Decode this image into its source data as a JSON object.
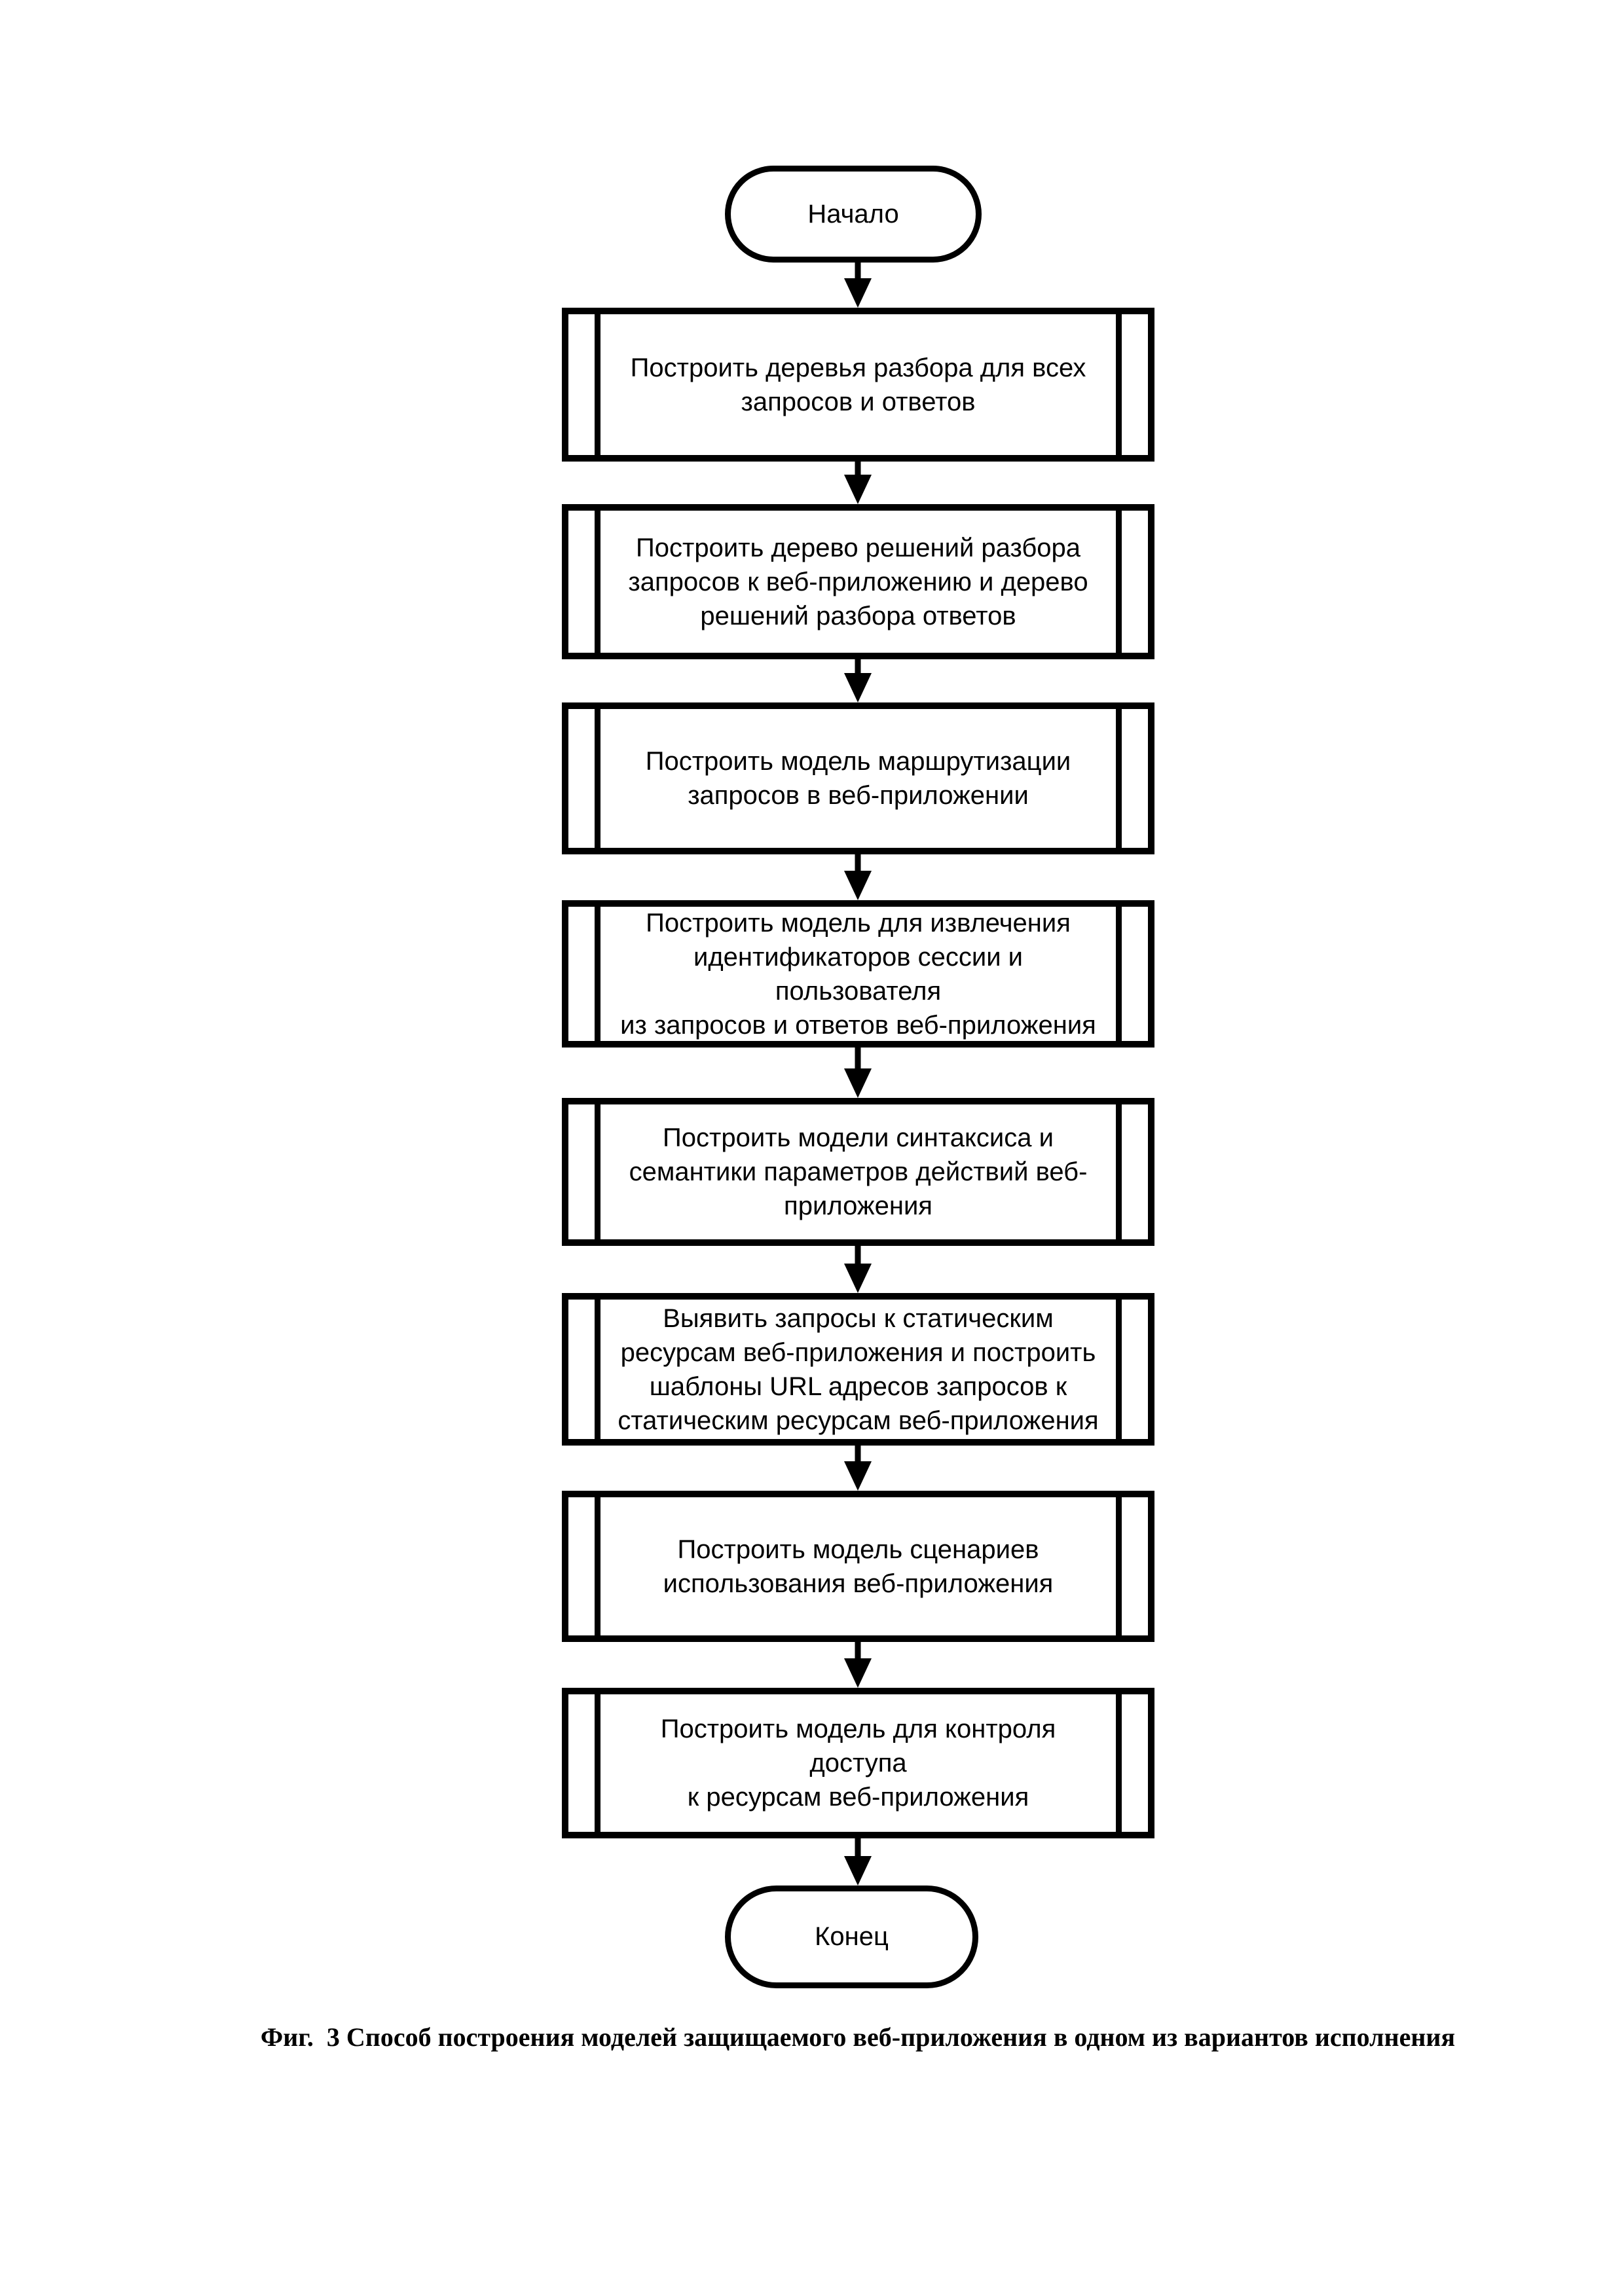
{
  "flowchart": {
    "start_label": "Начало",
    "end_label": "Конец",
    "steps": [
      {
        "label": "Построить деревья разбора для всех\nзапросов и ответов"
      },
      {
        "label": "Построить дерево решений разбора\nзапросов к веб-приложению и дерево\nрешений разбора ответов"
      },
      {
        "label": "Построить модель маршрутизации\nзапросов в веб-приложении"
      },
      {
        "label": "Построить модель для извлечения\nидентификаторов сессии и пользователя\nиз запросов и ответов веб-приложения"
      },
      {
        "label": "Построить модели синтаксиса и\nсемантики параметров действий веб-\nприложения"
      },
      {
        "label": "Выявить запросы к статическим\nресурсам веб-приложения и построить\nшаблоны URL адресов запросов к\nстатическим ресурсам веб-приложения"
      },
      {
        "label": "Построить модель сценариев\nиспользования веб-приложения"
      },
      {
        "label": "Построить модель для контроля доступа\nк ресурсам веб-приложения"
      }
    ],
    "caption": "Фиг.  3 Способ построения моделей защищаемого веб-приложения в одном из вариантов исполнения"
  },
  "colors": {
    "line": "#000000",
    "background": "#ffffff",
    "text": "#000000"
  }
}
